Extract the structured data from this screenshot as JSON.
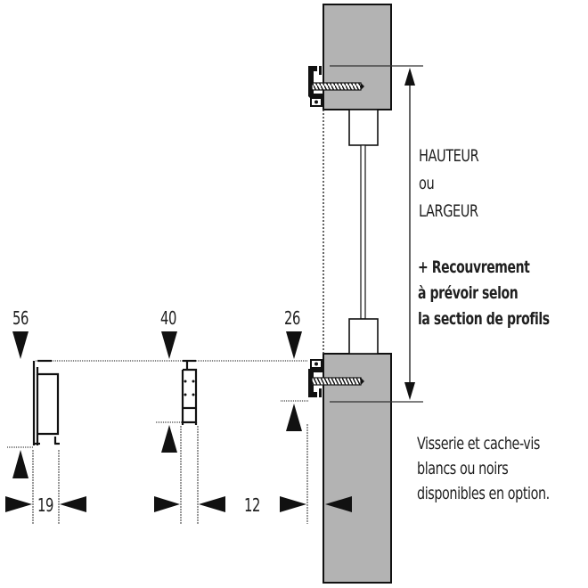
{
  "colors": {
    "wall": "#b3b3b3",
    "ink": "#111111",
    "text": "#1f1f1f",
    "background": "#ffffff"
  },
  "dimension_labels": {
    "top_56": "56",
    "top_40": "40",
    "top_26": "26",
    "bottom_19": "19",
    "bottom_12": "12"
  },
  "measure_label": {
    "line1": "HAUTEUR",
    "line2": "ou",
    "line3": "LARGEUR"
  },
  "overlap_note": {
    "line1": "+ Recouvrement",
    "line2": "à prévoir selon",
    "line3": "la section de profils"
  },
  "hardware_note": {
    "line1": "Visserie et cache-vis",
    "line2": "blancs ou noirs",
    "line3": "disponibles en option."
  }
}
